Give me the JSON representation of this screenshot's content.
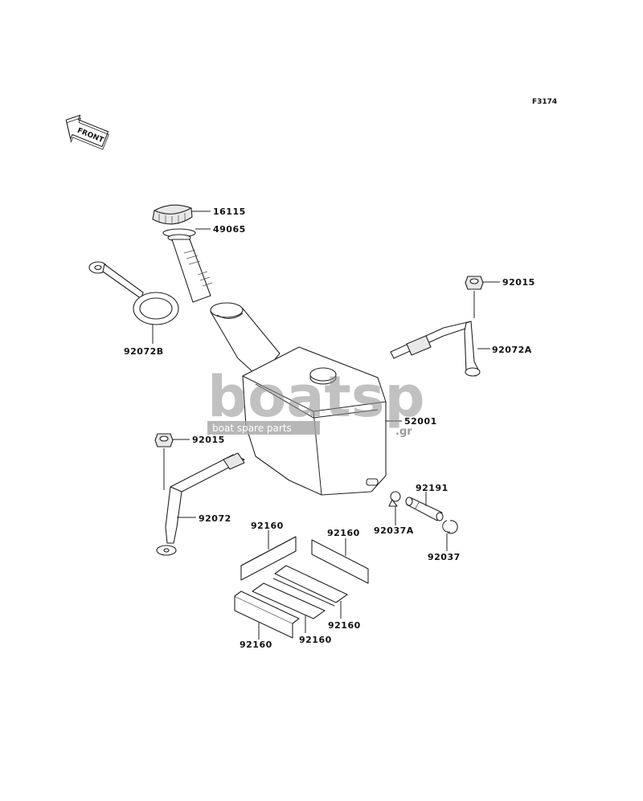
{
  "figure_code": "F3174",
  "front_marker": "FRONT",
  "watermark": {
    "brand": "boatsp",
    "tagline": "boat spare parts",
    "suffix": ".gr"
  },
  "callouts": {
    "cap": "16115",
    "gasket": "49065",
    "strap_b": "92072B",
    "nut_right": "92015",
    "band_a": "92072A",
    "tank": "52001",
    "nut_left": "92015",
    "band": "92072",
    "hose": "92191",
    "clamp_a": "92037A",
    "clamp": "92037",
    "pad_1": "92160",
    "pad_2": "92160",
    "pad_3": "92160",
    "pad_4": "92160",
    "pad_5": "92160"
  }
}
